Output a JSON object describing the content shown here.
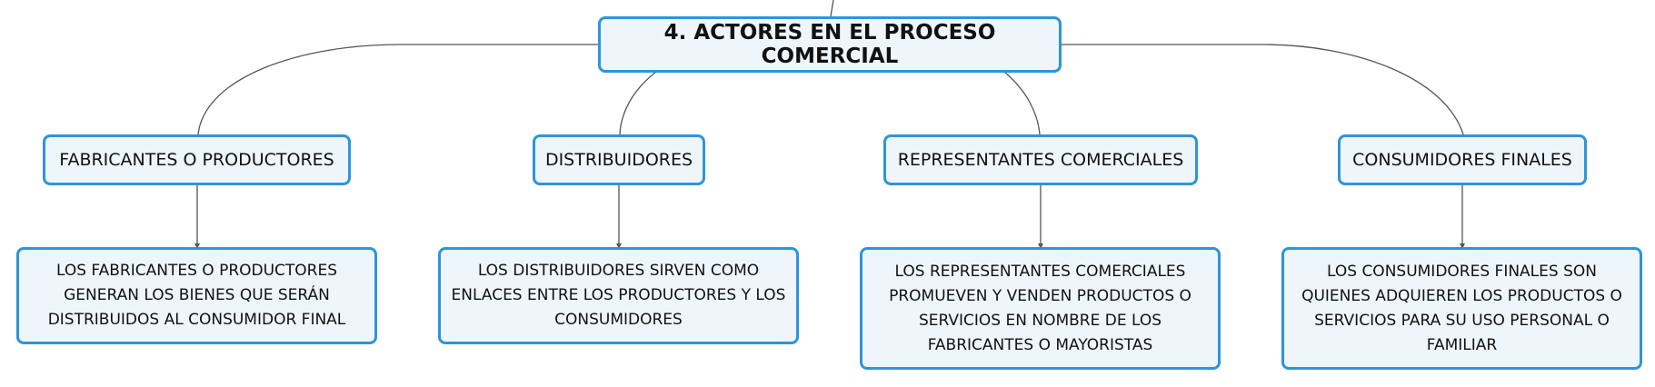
{
  "diagram": {
    "root": "4. ACTORES EN EL PROCESO COMERCIAL",
    "branches": [
      {
        "title": "FABRICANTES O PRODUCTORES",
        "description": "LOS FABRICANTES O PRODUCTORES GENERAN LOS BIENES QUE SERÁN DISTRIBUIDOS AL CONSUMIDOR FINAL"
      },
      {
        "title": "DISTRIBUIDORES",
        "description": "LOS DISTRIBUIDORES SIRVEN COMO ENLACES ENTRE LOS PRODUCTORES Y LOS CONSUMIDORES"
      },
      {
        "title": "REPRESENTANTES COMERCIALES",
        "description": "LOS REPRESENTANTES COMERCIALES PROMUEVEN Y VENDEN PRODUCTOS O SERVICIOS EN NOMBRE DE LOS FABRICANTES O MAYORISTAS"
      },
      {
        "title": "CONSUMIDORES FINALES",
        "description": "LOS CONSUMIDORES FINALES SON QUIENES ADQUIEREN LOS PRODUCTOS O SERVICIOS PARA SU USO PERSONAL O FAMILIAR"
      }
    ]
  }
}
